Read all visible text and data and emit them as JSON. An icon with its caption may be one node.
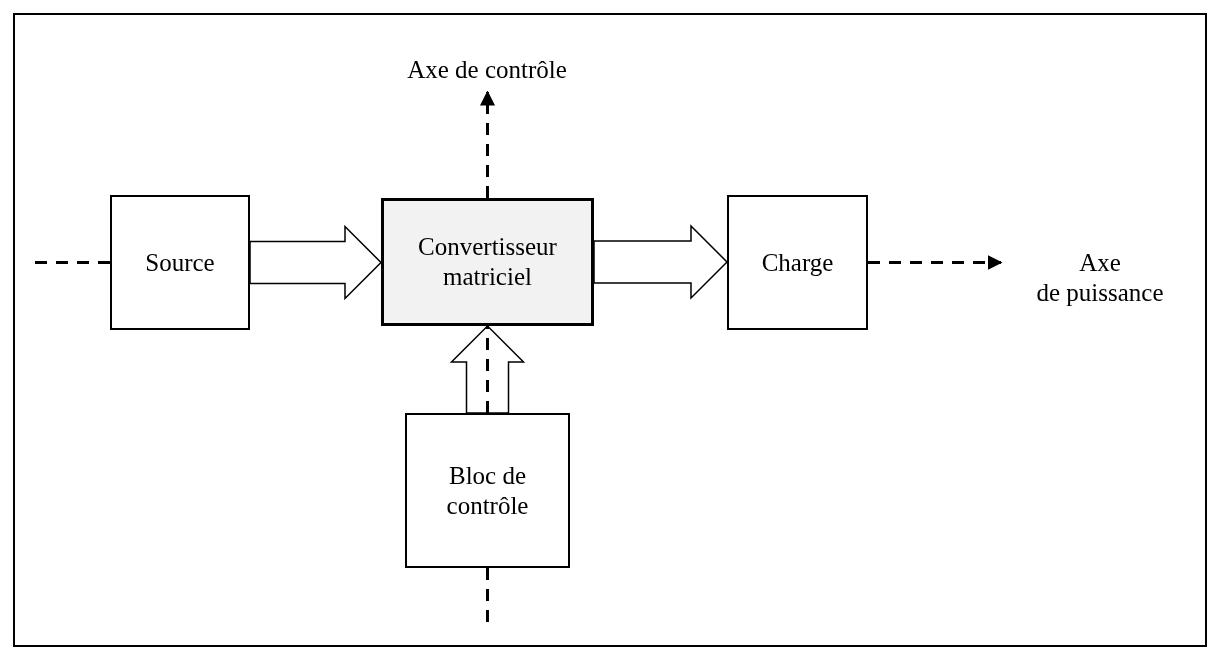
{
  "diagram": {
    "nodes": [
      {
        "text": [
          "Source"
        ]
      },
      {
        "text": [
          "Convertisseur matriciel"
        ]
      },
      {
        "text": [
          "Charge"
        ]
      },
      {
        "text": [
          "Bloc de contrôle"
        ]
      },
      {
        "text": [
          "Axe de contrôle"
        ]
      },
      {
        "text": [
          "Axe",
          "de puissance"
        ]
      }
    ],
    "edges": [
      {
        "from": null,
        "to": 0,
        "arrow": "none",
        "style": "dashed"
      },
      {
        "from": 0,
        "to": 1,
        "arrow": "to",
        "style": "thick"
      },
      {
        "from": 1,
        "to": 2,
        "arrow": "to",
        "style": "thick"
      },
      {
        "from": 2,
        "to": 5,
        "arrow": "to",
        "style": "dashed"
      },
      {
        "from": 1,
        "to": 4,
        "arrow": "to",
        "style": "dashed"
      },
      {
        "from": 3,
        "to": 1,
        "arrow": "to",
        "style": "thick"
      },
      {
        "from": 3,
        "to": 1,
        "arrow": "none",
        "style": "dashed"
      },
      {
        "from": null,
        "to": 3,
        "arrow": "none",
        "style": "dashed"
      }
    ]
  }
}
